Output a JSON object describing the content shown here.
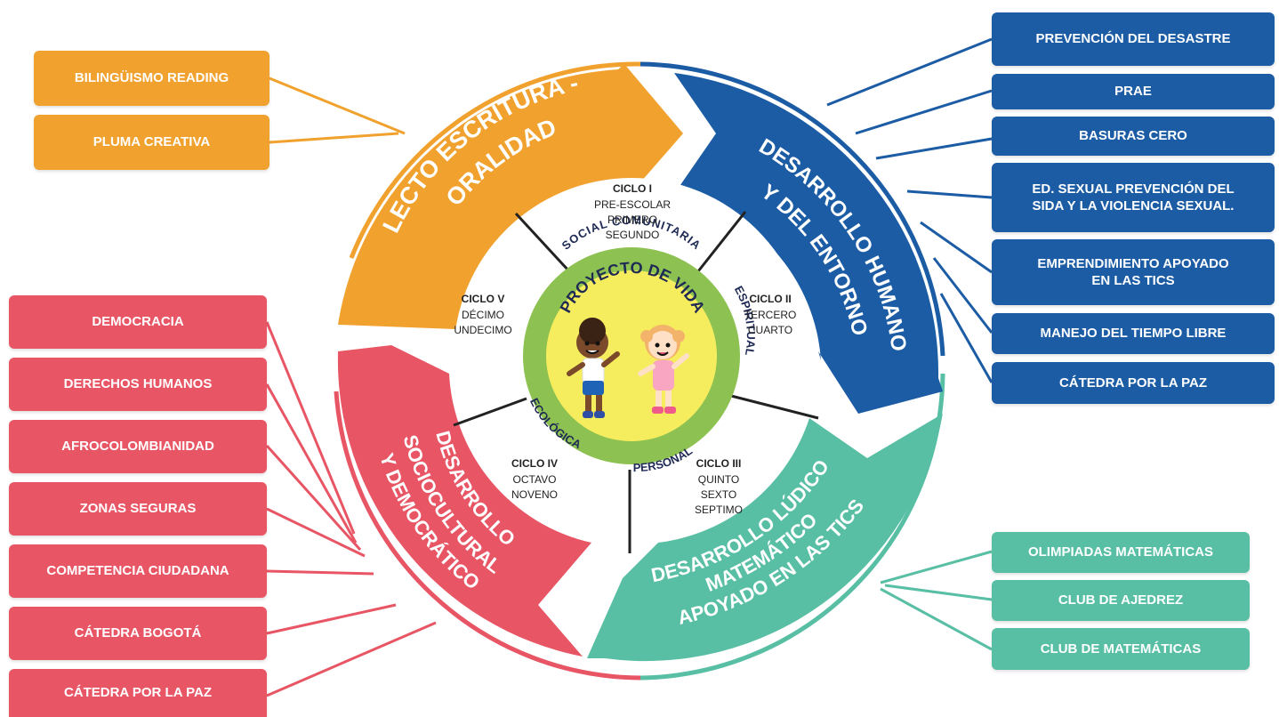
{
  "center": {
    "title": "PROYECTO DE VIDA",
    "ring_top": "SOCIAL COMUNITARIA",
    "ring_right": "ESPIRITUAL",
    "ring_bottom": "PERSONAL",
    "ring_left": "ECOLÓGICA"
  },
  "arcs": {
    "orange": {
      "line1": "LECTO ESCRITURA -",
      "line2": "ORALIDAD"
    },
    "blue": {
      "line1": "DESARROLLO HUMANO",
      "line2": "Y DEL ENTORNO"
    },
    "teal": {
      "line1": "DESARROLLO LÚDICO",
      "line2": "MATEMÁTICO",
      "line3": "APOYADO EN LAS TICS"
    },
    "red": {
      "line1": "DESARROLLO",
      "line2": "SOCIOCULTURAL",
      "line3": "Y DEMOCRÁTICO"
    }
  },
  "cycles": {
    "c1": {
      "title": "CICLO I",
      "lines": [
        "PRE-ESCOLAR",
        "PRIMERO",
        "SEGUNDO"
      ]
    },
    "c2": {
      "title": "CICLO II",
      "lines": [
        "TERCERO",
        "CUARTO"
      ]
    },
    "c3": {
      "title": "CICLO III",
      "lines": [
        "QUINTO",
        "SEXTO",
        "SEPTIMO"
      ]
    },
    "c4": {
      "title": "CICLO IV",
      "lines": [
        "OCTAVO",
        "NOVENO"
      ]
    },
    "c5": {
      "title": "CICLO V",
      "lines": [
        "DÉCIMO",
        "UNDECIMO"
      ]
    }
  },
  "orange_boxes": [
    "BILINGÜISMO READING",
    "PLUMA CREATIVA"
  ],
  "blue_boxes": [
    "PREVENCIÓN DEL DESASTRE",
    "PRAE",
    "BASURAS CERO",
    "ED. SEXUAL PREVENCIÓN DEL",
    "SIDA Y LA VIOLENCIA SEXUAL.",
    "EMPRENDIMIENTO APOYADO",
    "EN LAS TICS",
    "MANEJO DEL TIEMPO LIBRE",
    "CÁTEDRA POR LA PAZ"
  ],
  "red_boxes": [
    "DEMOCRACIA",
    "DERECHOS HUMANOS",
    "AFROCOLOMBIANIDAD",
    "ZONAS SEGURAS",
    "COMPETENCIA CIUDADANA",
    "CÁTEDRA BOGOTÁ",
    "CÁTEDRA POR LA PAZ"
  ],
  "teal_boxes": [
    "OLIMPIADAS MATEMÁTICAS",
    "CLUB DE AJEDREZ",
    "CLUB DE MATEMÁTICAS"
  ],
  "colors": {
    "orange": "#f1a12e",
    "blue": "#1b5ca5",
    "teal": "#58bfa5",
    "red": "#e85665",
    "center_green": "#8dc152",
    "center_yellow": "#f6ed5e"
  }
}
